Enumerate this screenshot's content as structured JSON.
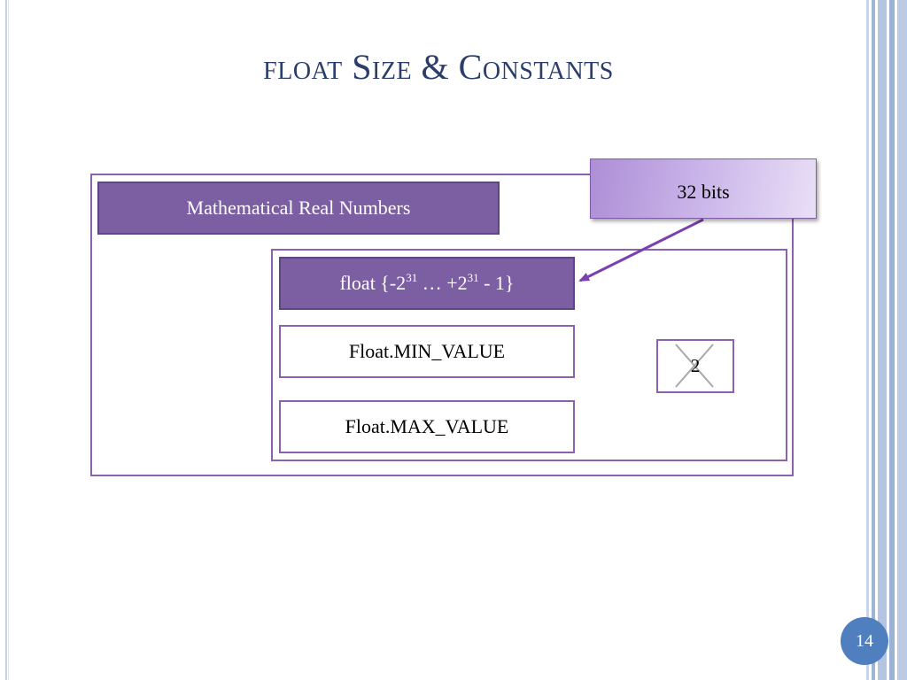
{
  "slide": {
    "title": "float Size & Constants",
    "page_number": "14"
  },
  "diagram": {
    "outer_label": "Mathematical Real Numbers",
    "float_label": {
      "prefix": "float {-2",
      "exp1": "31",
      "middle": " … +2",
      "exp2": "31",
      "suffix": " - 1}"
    },
    "min_label": "Float.MIN_VALUE",
    "max_label": "Float.MAX_VALUE",
    "callout": "32 bits",
    "crossed_box_text": "2"
  },
  "colors": {
    "title": "#2b3e6b",
    "box_border": "#8a62b0",
    "label_fill": "#7c5fa3",
    "page_badge": "#4f7fbf"
  }
}
